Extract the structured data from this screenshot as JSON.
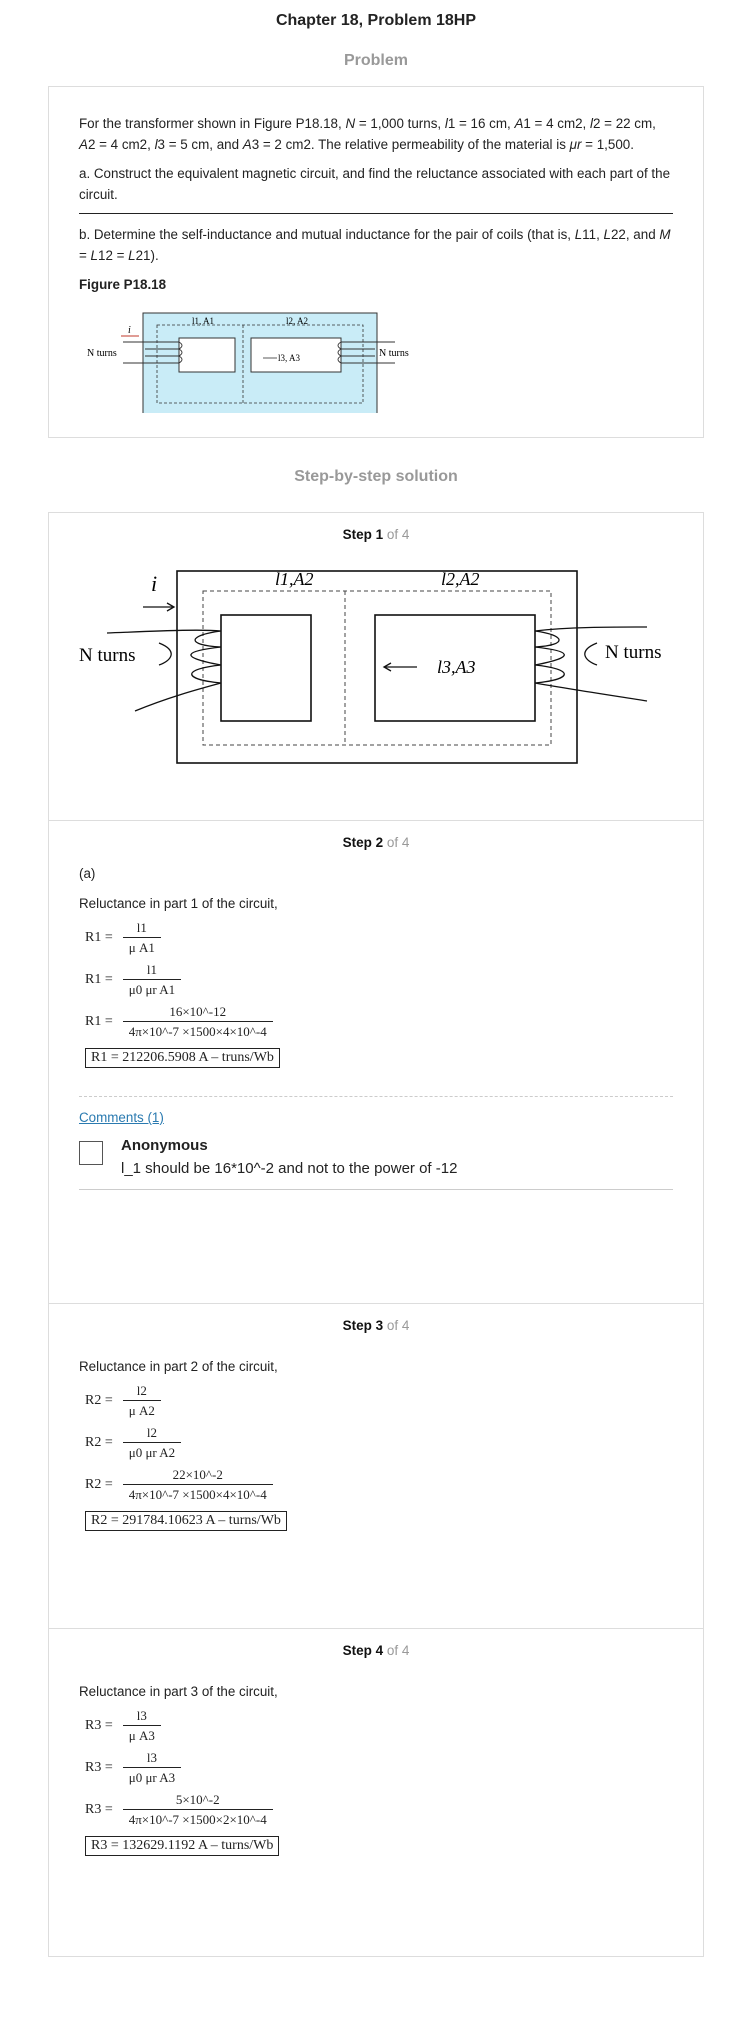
{
  "header": {
    "title": "Chapter 18, Problem 18HP",
    "problem_heading": "Problem"
  },
  "problem": {
    "intro_parts": [
      "For the transformer shown in Figure P18.18, ",
      "N",
      " = 1,000 turns, ",
      "l",
      "1 = 16 cm, ",
      "A",
      "1 = 4 cm2, ",
      "l",
      "2 = 22 cm, ",
      "A",
      "2 = 4 cm2, ",
      "l",
      "3 = 5 cm, and ",
      "A",
      "3 = 2 cm2. The relative permeability of the material is ",
      "μr",
      " = 1,500."
    ],
    "part_a": "a. Construct the equivalent magnetic circuit, and find the reluctance associated with each part of the circuit.",
    "part_b_parts": [
      "b. Determine the self-inductance and mutual inductance for the pair of coils (that is, ",
      "L",
      "11, ",
      "L",
      "22, and ",
      "M",
      " = ",
      "L",
      "12 = ",
      "L",
      "21)."
    ],
    "figure_label": "Figure P18.18",
    "figure": {
      "current_label": "i",
      "left_turns": "N turns",
      "right_turns": "N turns",
      "label_1": "l1, A1",
      "label_2": "l2, A2",
      "label_3": "l3, A3"
    }
  },
  "solution": {
    "heading": "Step-by-step solution",
    "of_label": "of 4",
    "steps": [
      {
        "title": "Step 1",
        "figure": {
          "current_label": "i",
          "left_turns": "N turns",
          "right_turns": "N turns",
          "label_1": "l1,A2",
          "label_2": "l2,A2",
          "label_3": "l3,A3"
        }
      },
      {
        "title": "Step 2",
        "part": "(a)",
        "intro": "Reluctance in part 1 of the circuit,",
        "eq1": {
          "lhs": "R1 =",
          "num": "l1",
          "den": "μ A1"
        },
        "eq2": {
          "lhs": "R1 =",
          "num": "l1",
          "den": "μ0 μr A1"
        },
        "eq3": {
          "lhs": "R1 =",
          "num": "16×10^-12",
          "den": "4π×10^-7 ×1500×4×10^-4"
        },
        "result": "R1 = 212206.5908 A – truns/Wb",
        "comments": {
          "link": "Comments (1)",
          "author": "Anonymous",
          "text": "l_1 should be 16*10^-2 and not to the power of -12"
        }
      },
      {
        "title": "Step 3",
        "intro": "Reluctance in part 2 of the circuit,",
        "eq1": {
          "lhs": "R2 =",
          "num": "l2",
          "den": "μ A2"
        },
        "eq2": {
          "lhs": "R2 =",
          "num": "l2",
          "den": "μ0 μr A2"
        },
        "eq3": {
          "lhs": "R2 =",
          "num": "22×10^-2",
          "den": "4π×10^-7 ×1500×4×10^-4"
        },
        "result": "R2 = 291784.10623 A – turns/Wb"
      },
      {
        "title": "Step 4",
        "intro": "Reluctance in part 3 of the circuit,",
        "eq1": {
          "lhs": "R3 =",
          "num": "l3",
          "den": "μ A3"
        },
        "eq2": {
          "lhs": "R3 =",
          "num": "l3",
          "den": "μ0 μr A3"
        },
        "eq3": {
          "lhs": "R3 =",
          "num": "5×10^-2",
          "den": "4π×10^-7 ×1500×2×10^-4"
        },
        "result": "R3 = 132629.1192 A – turns/Wb"
      }
    ]
  },
  "colors": {
    "figure_fill": "#c9ecf7",
    "link": "#2a7ab0",
    "muted": "#999999"
  }
}
